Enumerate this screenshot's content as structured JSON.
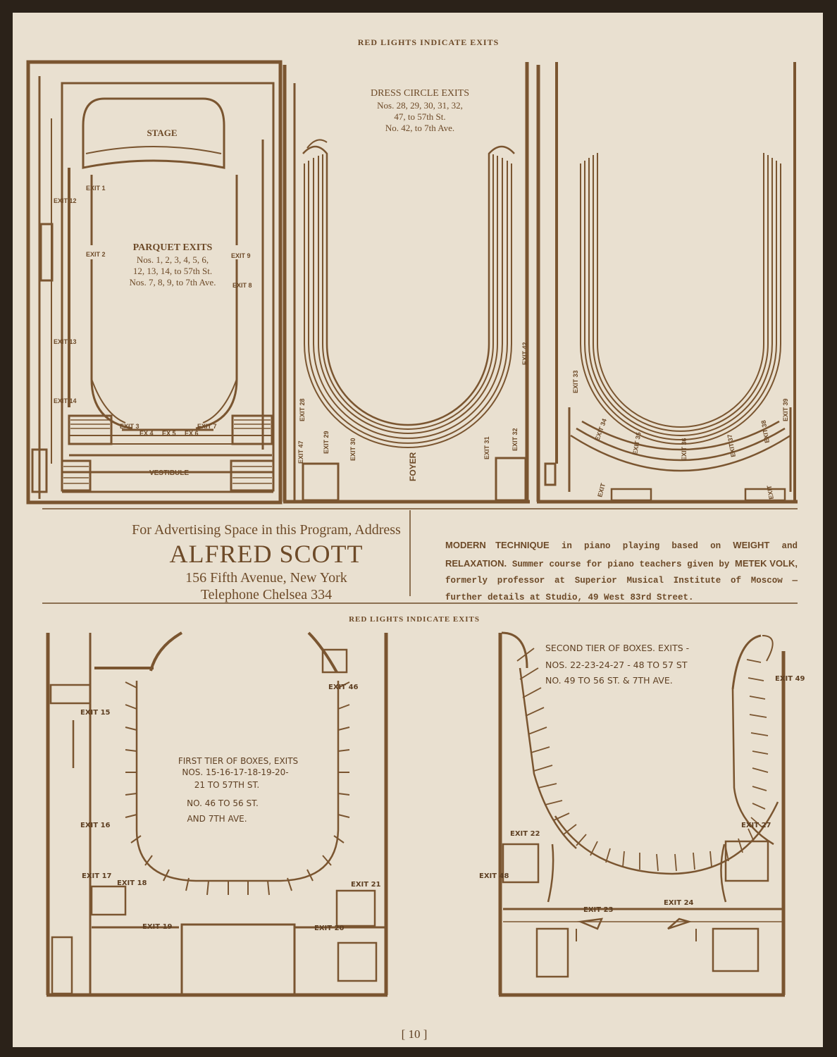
{
  "headers": {
    "top": "RED LIGHTS INDICATE EXITS",
    "bottom": "RED LIGHTS INDICATE EXITS"
  },
  "parquet_plan": {
    "stage": "STAGE",
    "vestibule": "VESTIBULE",
    "title": "PARQUET EXITS",
    "line1": "Nos. 1, 2, 3, 4, 5, 6,",
    "line2": "12, 13, 14, to 57th St.",
    "line3": "Nos. 7, 8, 9, to 7th Ave.",
    "exits": [
      "EXIT 1",
      "EXIT 2",
      "EXIT 3",
      "EX 4",
      "EX 5",
      "EX 6",
      "EXIT 7",
      "EXIT 8",
      "EXIT 9",
      "EXIT 12",
      "EXIT 13",
      "EXIT 14"
    ]
  },
  "dress_circle": {
    "title": "DRESS CIRCLE EXITS",
    "line1": "Nos. 28, 29, 30, 31, 32,",
    "line2": "47, to 57th St.",
    "line3": "No. 42, to 7th Ave.",
    "foyer": "FOYER",
    "exits": [
      "EXIT 28",
      "EXIT 29",
      "EXIT 30",
      "EXIT 31",
      "EXIT 32",
      "EXIT 42",
      "EXIT 47"
    ]
  },
  "balcony_plan": {
    "exits": [
      "EXIT 33",
      "EXIT 34",
      "EXIT 35",
      "EXIT 36",
      "EXIT 37",
      "EXIT 38",
      "EXIT 39",
      "EXIT",
      "EXIT"
    ]
  },
  "advertisement": {
    "line1": "For Advertising Space in this Program, Address",
    "name": "ALFRED SCOTT",
    "address": "156 Fifth Avenue, New York",
    "phone": "Telephone Chelsea 334"
  },
  "notice": {
    "b1": "MODERN TECHNIQUE",
    "t1": " in piano playing based on ",
    "b2": "WEIGHT",
    "t2": " and ",
    "b3": "RELAXATION.",
    "t3": " Summer course for piano teachers given by ",
    "b4": "METEK VOLK,",
    "t4": " formerly professor at Superior Musical Institute of Moscow —further details at Studio, 49 West 83rd Street."
  },
  "first_tier": {
    "line1": "FIRST TIER OF BOXES, EXITS",
    "line2": "NOS. 15-16-17-18-19-20-",
    "line3": "21 TO 57TH ST.",
    "line4": "NO. 46 TO 56 ST.",
    "line5": "AND 7TH AVE.",
    "exits": [
      "EXIT 15",
      "EXIT 16",
      "EXIT 17",
      "EXIT 18",
      "EXIT 19",
      "EXIT 20",
      "EXIT 21",
      "EXIT 46"
    ]
  },
  "second_tier": {
    "line1": "SECOND TIER OF BOXES. EXITS -",
    "line2": "NOS. 22-23-24-27 - 48 TO 57 ST",
    "line3": "NO. 49 TO 56 ST. & 7TH AVE.",
    "exits": [
      "EXIT 22",
      "EXIT 23",
      "EXIT 24",
      "EXIT 27",
      "EXIT 48",
      "EXIT 49"
    ]
  },
  "page_number": "[ 10 ]"
}
